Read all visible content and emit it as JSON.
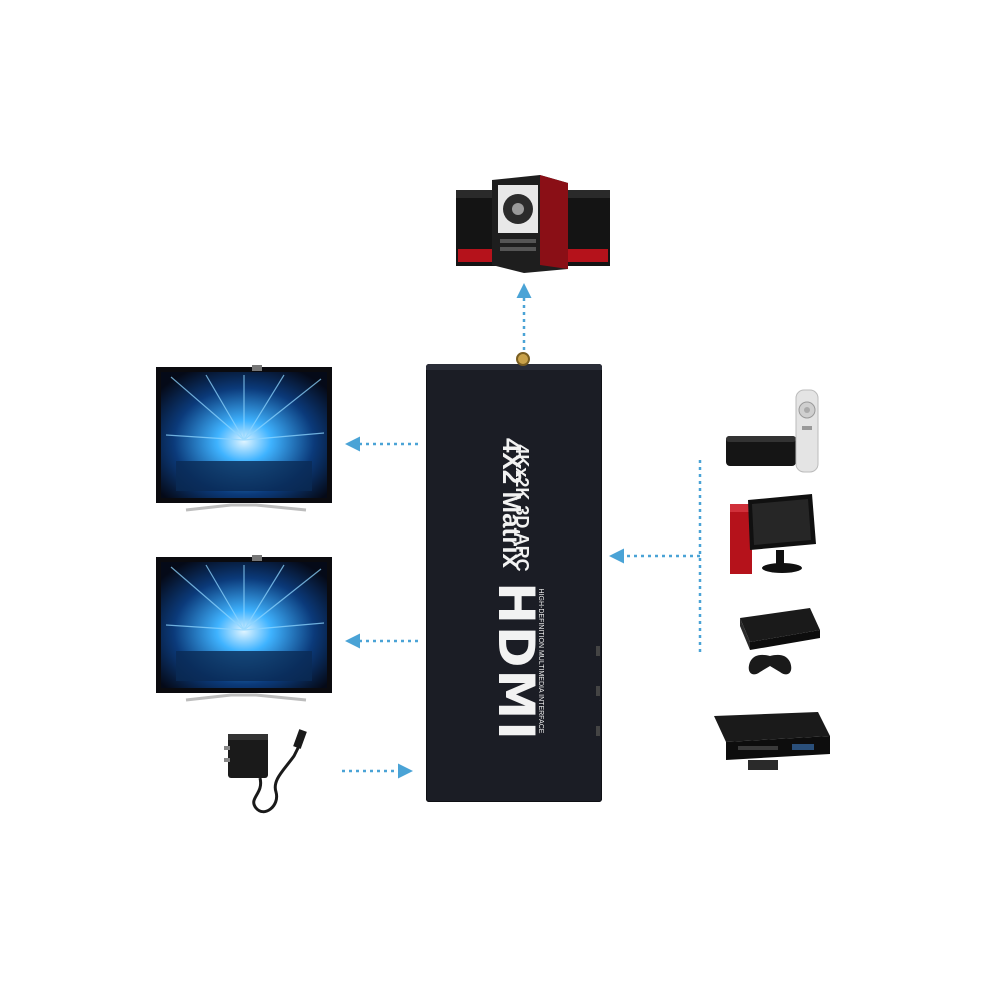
{
  "device": {
    "title": "4X2 Matrix",
    "subtitle": "4Kx2K 3D ARC",
    "logo_text": "HDMI",
    "logo_tagline": "HIGH-DEFINITION MULTIMEDIA INTERFACE"
  },
  "colors": {
    "connector": "#4aa3d6",
    "device_body": "#1b1d25",
    "speaker_accent": "#b5121b"
  },
  "icons": {
    "outputs_left": [
      "tv-screen-icon",
      "tv-screen-icon"
    ],
    "power": "power-adapter-icon",
    "audio_top": "speaker-system-icon",
    "sources_right": [
      "media-player-remote-icon",
      "desktop-computer-icon",
      "game-console-icon",
      "bluray-player-icon"
    ]
  }
}
